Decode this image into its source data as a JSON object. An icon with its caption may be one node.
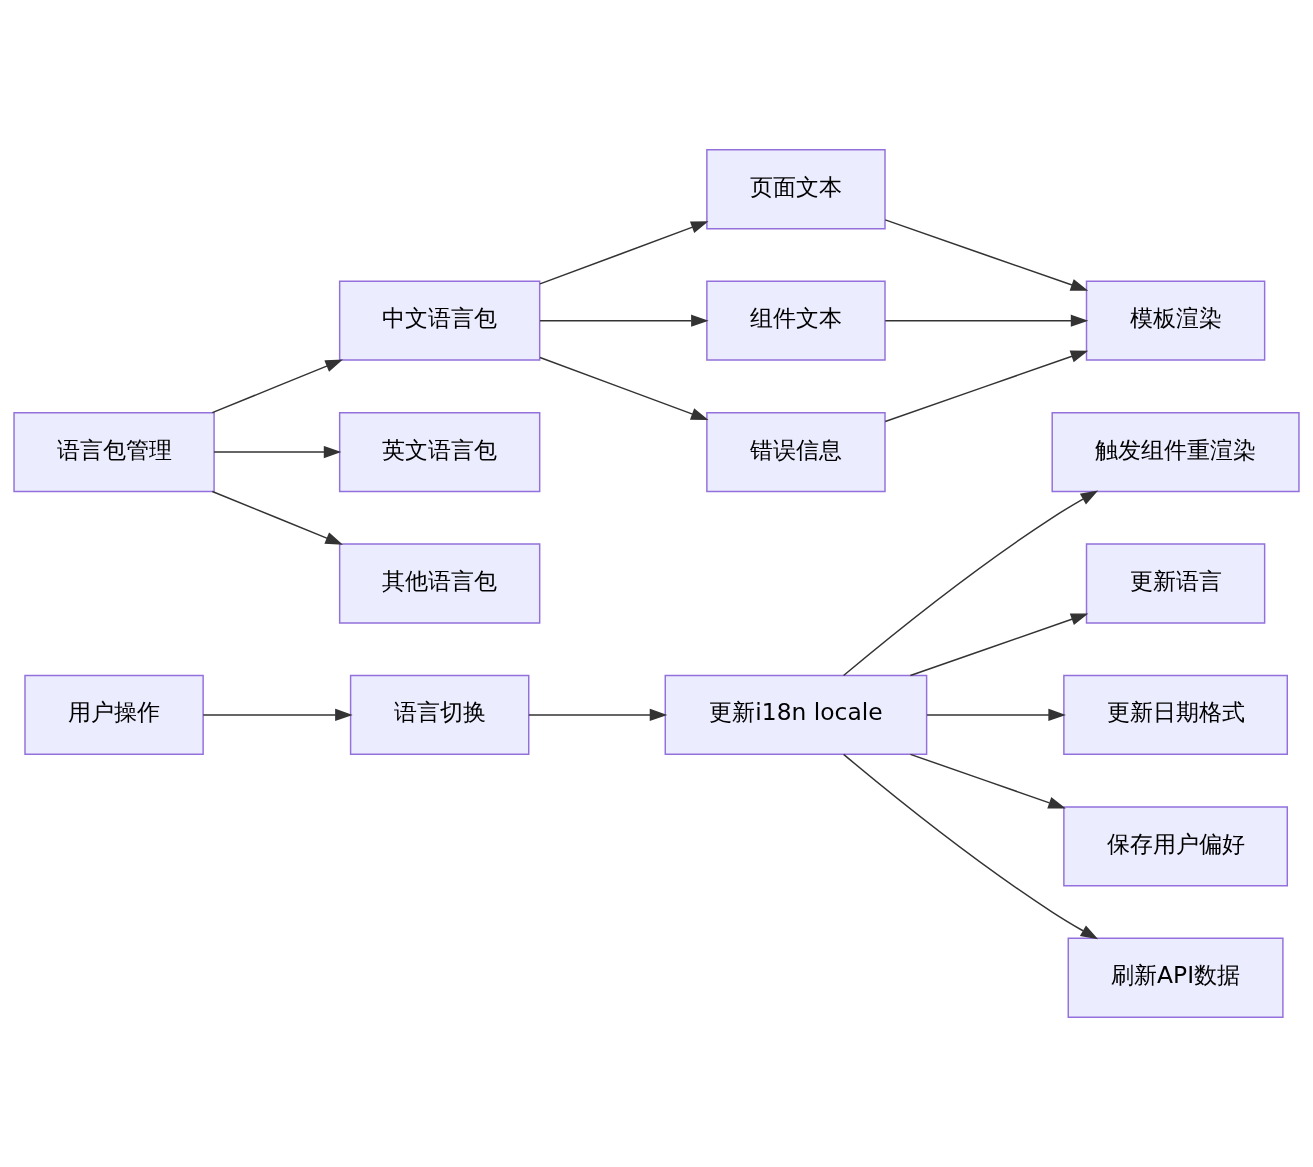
{
  "diagram": {
    "nodes": [
      {
        "text": [
          "用户操作"
        ]
      },
      {
        "text": [
          "语言切换"
        ]
      },
      {
        "text": [
          "更新i18n locale"
        ]
      },
      {
        "text": [
          "触发组件重渲染"
        ]
      },
      {
        "text": [
          "更新语言"
        ]
      },
      {
        "text": [
          "更新日期格式"
        ]
      },
      {
        "text": [
          "保存用户偏好"
        ]
      },
      {
        "text": [
          "刷新API数据"
        ]
      },
      {
        "text": [
          "语言包管理"
        ]
      },
      {
        "text": [
          "中文语言包"
        ]
      },
      {
        "text": [
          "英文语言包"
        ]
      },
      {
        "text": [
          "其他语言包"
        ]
      },
      {
        "text": [
          "页面文本"
        ]
      },
      {
        "text": [
          "组件文本"
        ]
      },
      {
        "text": [
          "错误信息"
        ]
      },
      {
        "text": [
          "模板渲染"
        ]
      }
    ],
    "edges": [
      {
        "from": 0,
        "to": 1,
        "arrow": "to"
      },
      {
        "from": 1,
        "to": 2,
        "arrow": "to"
      },
      {
        "from": 2,
        "to": 3,
        "arrow": "to"
      },
      {
        "from": 2,
        "to": 4,
        "arrow": "to"
      },
      {
        "from": 2,
        "to": 5,
        "arrow": "to"
      },
      {
        "from": 2,
        "to": 6,
        "arrow": "to"
      },
      {
        "from": 2,
        "to": 7,
        "arrow": "to"
      },
      {
        "from": 8,
        "to": 9,
        "arrow": "to"
      },
      {
        "from": 8,
        "to": 10,
        "arrow": "to"
      },
      {
        "from": 8,
        "to": 11,
        "arrow": "to"
      },
      {
        "from": 9,
        "to": 12,
        "arrow": "to"
      },
      {
        "from": 9,
        "to": 13,
        "arrow": "to"
      },
      {
        "from": 9,
        "to": 14,
        "arrow": "to"
      },
      {
        "from": 12,
        "to": 15,
        "arrow": "to"
      },
      {
        "from": 13,
        "to": 15,
        "arrow": "to"
      },
      {
        "from": 14,
        "to": 15,
        "arrow": "to"
      }
    ]
  }
}
